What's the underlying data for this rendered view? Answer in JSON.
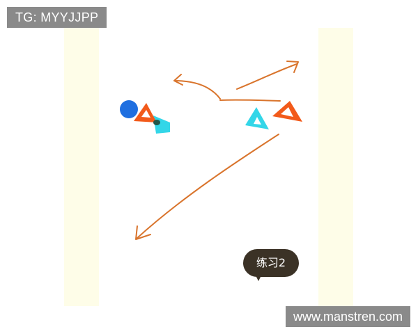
{
  "tag": {
    "text": "TG: MYYJJPP"
  },
  "watermark": {
    "text": "www.manstren.com"
  },
  "drill": {
    "label": "练习2",
    "colors": {
      "lane": "#fefde8",
      "arrow": "#d9742c",
      "ball": "#1f6fe0",
      "orange_marker": "#f25a1a",
      "cyan_marker": "#33d6e8",
      "bubble": "#3b3226"
    }
  }
}
